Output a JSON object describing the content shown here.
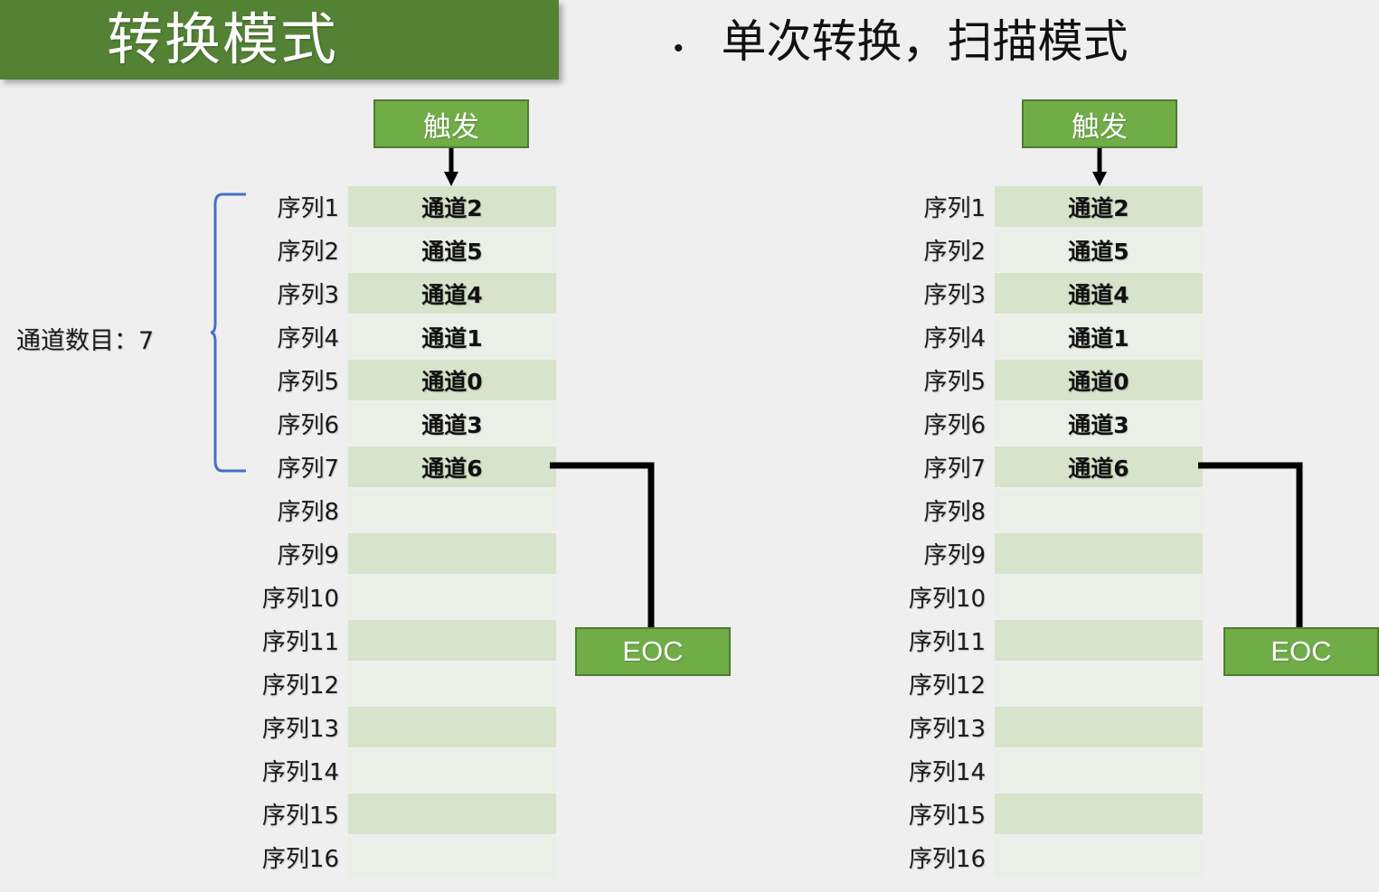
{
  "slide": {
    "title": "转换模式",
    "bullet_marker": "•",
    "bullet_text": "单次转换，扫描模式",
    "background_color": "#efefef",
    "title_banner_color": "#548235",
    "accent_green": "#70ad47",
    "accent_green_border": "#4e7a31",
    "row_shade_dark": "#d7e3ca",
    "row_shade_light": "#eaefe7",
    "brace_color": "#4472c4",
    "arrow_color": "#000000"
  },
  "annotation": {
    "channel_count_label": "通道数目：7",
    "brace_spans_rows": "序列1 - 序列7"
  },
  "panels": [
    {
      "id": "left",
      "trigger_label": "触发",
      "eoc_label": "EOC",
      "has_brace": true,
      "rows": [
        {
          "index": "序列1",
          "channel": "通道2",
          "shade": "dark"
        },
        {
          "index": "序列2",
          "channel": "通道5",
          "shade": "light"
        },
        {
          "index": "序列3",
          "channel": "通道4",
          "shade": "dark"
        },
        {
          "index": "序列4",
          "channel": "通道1",
          "shade": "light"
        },
        {
          "index": "序列5",
          "channel": "通道0",
          "shade": "dark"
        },
        {
          "index": "序列6",
          "channel": "通道3",
          "shade": "light"
        },
        {
          "index": "序列7",
          "channel": "通道6",
          "shade": "dark"
        },
        {
          "index": "序列8",
          "channel": "",
          "shade": "light"
        },
        {
          "index": "序列9",
          "channel": "",
          "shade": "dark"
        },
        {
          "index": "序列10",
          "channel": "",
          "shade": "light"
        },
        {
          "index": "序列11",
          "channel": "",
          "shade": "dark"
        },
        {
          "index": "序列12",
          "channel": "",
          "shade": "light"
        },
        {
          "index": "序列13",
          "channel": "",
          "shade": "dark"
        },
        {
          "index": "序列14",
          "channel": "",
          "shade": "light"
        },
        {
          "index": "序列15",
          "channel": "",
          "shade": "dark"
        },
        {
          "index": "序列16",
          "channel": "",
          "shade": "light"
        }
      ]
    },
    {
      "id": "right",
      "trigger_label": "触发",
      "eoc_label": "EOC",
      "has_brace": false,
      "rows": [
        {
          "index": "序列1",
          "channel": "通道2",
          "shade": "dark"
        },
        {
          "index": "序列2",
          "channel": "通道5",
          "shade": "light"
        },
        {
          "index": "序列3",
          "channel": "通道4",
          "shade": "dark"
        },
        {
          "index": "序列4",
          "channel": "通道1",
          "shade": "light"
        },
        {
          "index": "序列5",
          "channel": "通道0",
          "shade": "dark"
        },
        {
          "index": "序列6",
          "channel": "通道3",
          "shade": "light"
        },
        {
          "index": "序列7",
          "channel": "通道6",
          "shade": "dark"
        },
        {
          "index": "序列8",
          "channel": "",
          "shade": "light"
        },
        {
          "index": "序列9",
          "channel": "",
          "shade": "dark"
        },
        {
          "index": "序列10",
          "channel": "",
          "shade": "light"
        },
        {
          "index": "序列11",
          "channel": "",
          "shade": "dark"
        },
        {
          "index": "序列12",
          "channel": "",
          "shade": "light"
        },
        {
          "index": "序列13",
          "channel": "",
          "shade": "dark"
        },
        {
          "index": "序列14",
          "channel": "",
          "shade": "light"
        },
        {
          "index": "序列15",
          "channel": "",
          "shade": "dark"
        },
        {
          "index": "序列16",
          "channel": "",
          "shade": "light"
        }
      ]
    }
  ]
}
